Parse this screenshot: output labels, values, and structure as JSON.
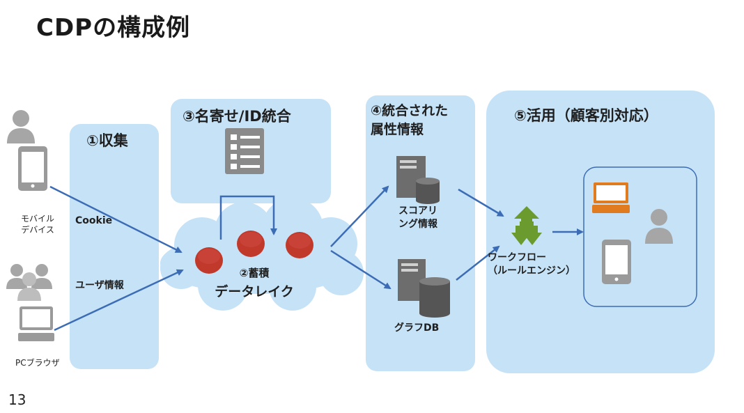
{
  "title": "CDPの構成例",
  "page_number": "13",
  "sources": {
    "mobile_label_line1": "モバイル",
    "mobile_label_line2": "デバイス",
    "pc_label": "PCブラウザ"
  },
  "collect": {
    "title": "①収集",
    "cookie_label": "Cookie",
    "user_info_label": "ユーザ情報"
  },
  "nayose": {
    "title": "③名寄せ/ID統合"
  },
  "lake": {
    "label_line1": "②蓄積",
    "label_line2": "データレイク"
  },
  "attributes": {
    "title_line1": "④統合された",
    "title_line2": "属性情報",
    "scoring_line1": "スコアリ",
    "scoring_line2": "ング情報",
    "graph_db": "グラフDB"
  },
  "activation": {
    "title": "⑤活用（顧客別対応）",
    "workflow_line1": "ワークフロー",
    "workflow_line2": "（ルールエンジン）"
  },
  "colors": {
    "panel": "#c5e2f7",
    "arrow": "#3c6cb4",
    "db_node": "#c0392b",
    "workflow_icon": "#6b9a2e",
    "device_icon": "#9a9a9a",
    "laptop_orange": "#e07b20"
  }
}
